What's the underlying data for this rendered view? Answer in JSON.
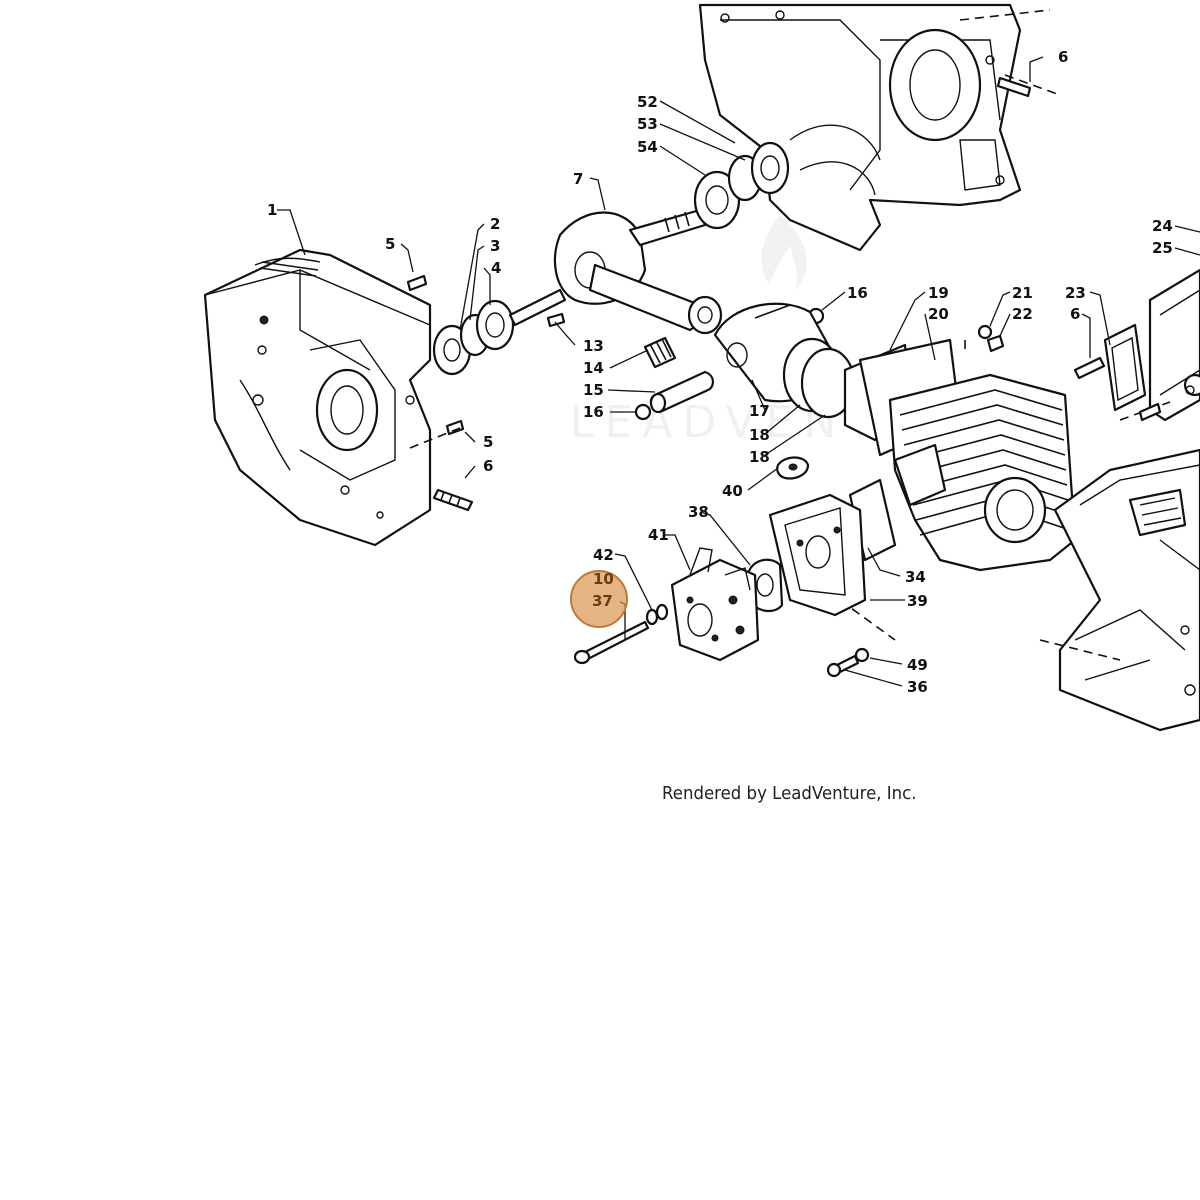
{
  "diagram": {
    "credit": "Rendered by LeadVenture, Inc.",
    "watermark": "LEADVENTURE",
    "highlight_color": "#d9944f",
    "highlighted_callouts": [
      "10",
      "37"
    ],
    "callouts": [
      "1",
      "2",
      "3",
      "4",
      "5",
      "5",
      "6",
      "6",
      "6",
      "7",
      "13",
      "14",
      "15",
      "16",
      "16",
      "17",
      "18",
      "18",
      "19",
      "20",
      "21",
      "22",
      "23",
      "24",
      "25",
      "34",
      "36",
      "38",
      "39",
      "40",
      "41",
      "42",
      "49",
      "52",
      "53",
      "54",
      "10",
      "37"
    ]
  }
}
